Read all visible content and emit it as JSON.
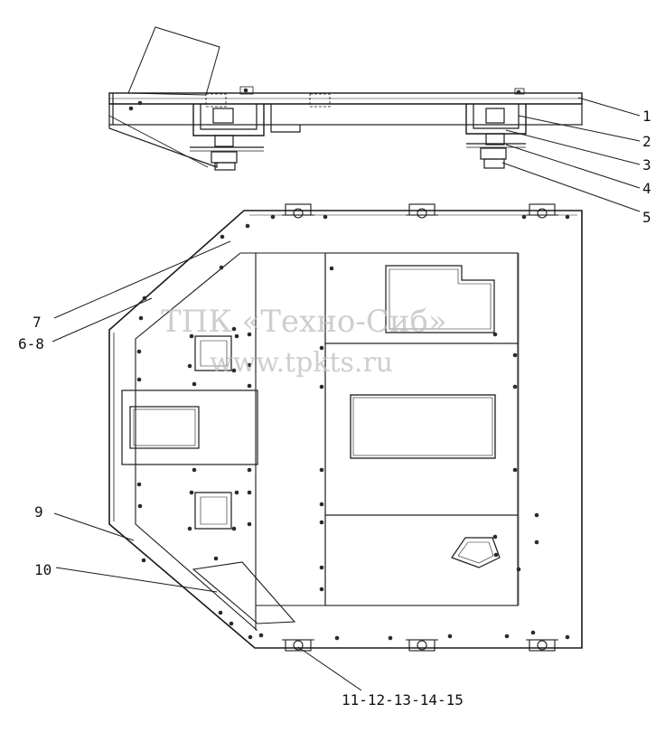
{
  "watermark": {
    "line1": "ТПК «Техно-Сиб»",
    "line2": "www.tpkts.ru"
  },
  "callouts": [
    "1",
    "2",
    "3",
    "4",
    "5",
    "7",
    "6-8",
    "9",
    "10",
    "11-12-13-14-15"
  ],
  "colors": {
    "line": "#1a1a1a",
    "dot": "#2a2a2a",
    "watermark": "#bdbdbd"
  }
}
